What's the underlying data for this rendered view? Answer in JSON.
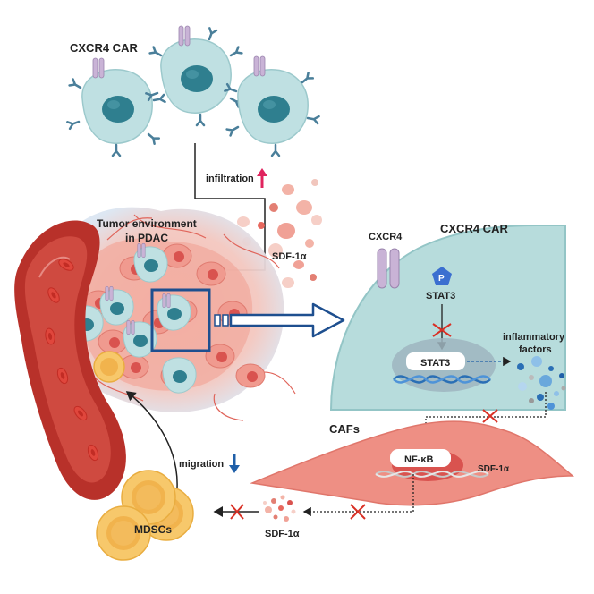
{
  "labels": {
    "cxcr4_car_top": "CXCR4 CAR",
    "infiltration": "infiltration",
    "tumor_env_line1": "Tumor environment",
    "tumor_env_line2": "in PDAC",
    "sdf1a_top": "SDF-1α",
    "cxcr4": "CXCR4",
    "cxcr4_car_right": "CXCR4 CAR",
    "phospho": "P",
    "stat3_upper": "STAT3",
    "stat3_nucleus": "STAT3",
    "inflammatory_line1": "inflammatory",
    "inflammatory_line2": "factors",
    "cafs": "CAFs",
    "nfkb": "NF-κB",
    "sdf1a_caf": "SDF-1α",
    "migration": "migration",
    "mdscs": "MDSCs",
    "sdf1a_bottom": "SDF-1α"
  },
  "indicators": {
    "infiltration": "up",
    "migration": "down"
  },
  "colors": {
    "tcell": "#bfe0e2",
    "tcell_nucleus": "#2f7f8f",
    "receptor": "#c9b3d6",
    "tumor": "#f2b0a6",
    "tumor_cell_nucleus": "#d9534f",
    "vessel": "#b8312a",
    "rbc": "#e0463c",
    "car_cell": "#b7dcdc",
    "dna": "#2a6fb5",
    "caf": "#ee8f84",
    "mdsc": "#f7c86b",
    "up_arrow": "#e0245e",
    "down_arrow": "#1f5fa8",
    "inhibit": "#d93025"
  }
}
